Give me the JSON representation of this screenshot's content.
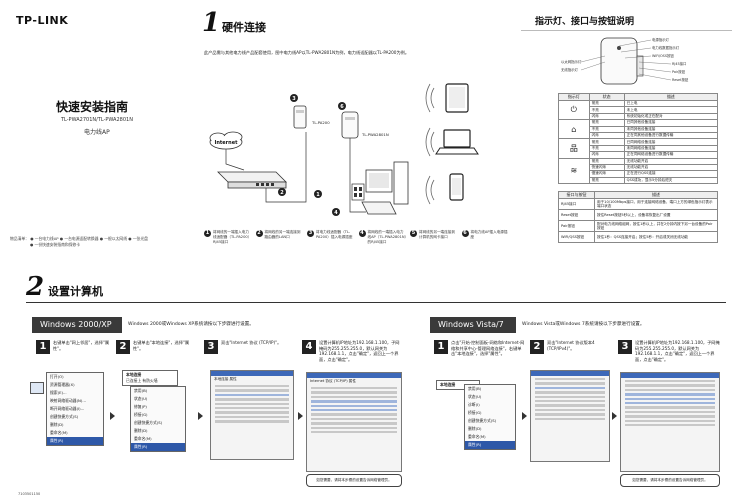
{
  "cover": {
    "logo": "TP-LINK",
    "title": "快速安装指南",
    "models": "TL-PWA2701N/TL-PWA2801N",
    "subtitle": "电力线AP",
    "symbols_label": "物品清单：",
    "symbols": [
      "一台电力线AP",
      "一台电源适配转换器",
      "一根以太网线",
      "一张光盘",
      "一份快速安装指南和保修卡"
    ]
  },
  "hardware": {
    "number": "1",
    "title": "硬件连接",
    "intro": "此产品需与其他电力线产品配套使用，图中电力线AP以TL-PWA2801N为例，电力线适配器以TL-PA200为例。",
    "labels": {
      "internet": "Internet",
      "adapter": "TL-PA200",
      "ap": "TL-PWA2801N"
    },
    "steps": [
      {
        "num": "1",
        "text": "将网线的一端插入电力线适配器（TL-PA200）RJ45接口"
      },
      {
        "num": "2",
        "text": "将网线的另一端连接到路由器的LAN口"
      },
      {
        "num": "3",
        "text": "将电力线适配器（TL-PA200）插入电源插座"
      },
      {
        "num": "4",
        "text": "将网线的一端插入电力线AP（TL-PWA2801N）的RJ45接口"
      },
      {
        "num": "5",
        "text": "将网线的另一端连接到计算机的网卡接口"
      },
      {
        "num": "6",
        "text": "将电力线AP插入电源插座"
      }
    ]
  },
  "indicators": {
    "title": "指示灯、接口与按钮说明",
    "callouts": [
      "电源指示灯",
      "电力线数据指示灯",
      "WiFi/OSS按钮",
      "以太网指示灯",
      "RJ45接口",
      "Pair按钮",
      "Reset按钮",
      "无线指示灯"
    ],
    "led_headers": [
      "指示灯",
      "状态",
      "描述"
    ],
    "leds": [
      {
        "icon": "power-icon",
        "rows": [
          [
            "常亮",
            "已上电"
          ],
          [
            "不亮",
            "未上电"
          ],
          [
            "闪烁",
            "系统初始化或正在配对"
          ]
        ]
      },
      {
        "icon": "powerline-icon",
        "rows": [
          [
            "常亮",
            "已同其他设备连接"
          ],
          [
            "不亮",
            "未同其他设备连接"
          ],
          [
            "闪烁",
            "正在同其他设备进行数据传输"
          ]
        ]
      },
      {
        "icon": "ethernet-icon",
        "rows": [
          [
            "常亮",
            "已同网络设备连接"
          ],
          [
            "不亮",
            "未同网络设备连接"
          ],
          [
            "闪烁",
            "正在同网络设备进行数据传输"
          ]
        ]
      },
      {
        "icon": "wireless-icon",
        "rows": [
          [
            "常亮",
            "无线功能开启"
          ],
          [
            "快速闪烁",
            "无线功能开启"
          ],
          [
            "慢速闪烁",
            "正在进行QSS连接"
          ],
          [
            "常亮",
            "QSS成功，显示5分钟后熄灭"
          ]
        ]
      }
    ],
    "port_headers": [
      "接口与按钮",
      "描述"
    ],
    "ports": [
      [
        "RJ45接口",
        "用于10/100Mbps接口，用于连接网络设备，端口上方的绿色指示灯表示端口状态"
      ],
      [
        "Reset按钮",
        "按住Reset按钮5秒以上，设备将恢复出厂设置"
      ],
      [
        "Pair按钮",
        "配对电力线网络组网，按住1秒以上，并在2分钟内按下另一台设备的Pair按钮"
      ],
      [
        "WiFi/QSS按钮",
        "按住1秒：QSS连接开启；按住5秒：开启或关闭无线功能"
      ]
    ]
  },
  "network": {
    "number": "2",
    "title": "设置计算机",
    "xp": {
      "band": "Windows 2000/XP",
      "note": "Windows 2000或Windows XP系统请按以下步骤进行设置。",
      "steps": [
        {
          "num": "1",
          "text": "右键单击\"网上邻居\"，选择\"属性\"。"
        },
        {
          "num": "2",
          "text": "右键单击\"本地连接\"，选择\"属性\"。"
        },
        {
          "num": "3",
          "text": "双击\"Internet 协议 (TCP/IP)\"。"
        },
        {
          "num": "4",
          "text": "设置计算机IP地址为192.168.1.100，子网掩码为255.255.255.0，默认网关为192.168.1.1，点击\"确定\"，返回上一个界面，点击\"确定\"。"
        }
      ],
      "menu": [
        "打开(O)",
        "资源管理器(X)",
        "搜索(E)...",
        "映射网络驱动器(N)...",
        "断开网络驱动器(I)...",
        "创建快捷方式(S)",
        "删除(D)",
        "重命名(M)",
        "属性(R)"
      ],
      "menu_selected": "属性(R)",
      "conn_title": "本地连接",
      "conn_sub": "已连接上 有防火墙",
      "menu2": [
        "禁用(B)",
        "状态(U)",
        "修复(P)",
        "桥接(G)",
        "创建快捷方式(S)",
        "删除(D)",
        "重命名(M)",
        "属性(R)"
      ],
      "dialog_title": "本地连接 属性",
      "ip_title": "Internet 协议 (TCP/IP) 属性",
      "bubble": "如您需要，请将本步骤的设置告诉网络管理员。"
    },
    "vista": {
      "band": "Windows Vista/7",
      "note": "Windows Vista或Windows 7系统请按以下步骤进行设置。",
      "steps": [
        {
          "num": "1",
          "text": "点击\"开始-控制面板-网络和Internet-网络和共享中心-管理网络连接\"，右键单击\"本地连接\"，选择\"属性\"。"
        },
        {
          "num": "2",
          "text": "双击\"Internet 协议版本4 (TCP/IPv4)\"。"
        },
        {
          "num": "3",
          "text": "设置计算机IP地址为192.168.1.100，子网掩码为255.255.255.0，默认网关为192.168.1.1，点击\"确定\"，返回上一个界面，点击\"确定\"。"
        }
      ],
      "conn_title": "本地连接",
      "menu": [
        "禁用(B)",
        "状态(U)",
        "诊断(I)",
        "桥接(G)",
        "创建快捷方式(S)",
        "删除(D)",
        "重命名(M)",
        "属性(R)"
      ],
      "menu_selected": "属性(R)",
      "bubble": "如您需要，请将本步骤的设置告诉网络管理员。"
    },
    "code": "7103501150"
  }
}
